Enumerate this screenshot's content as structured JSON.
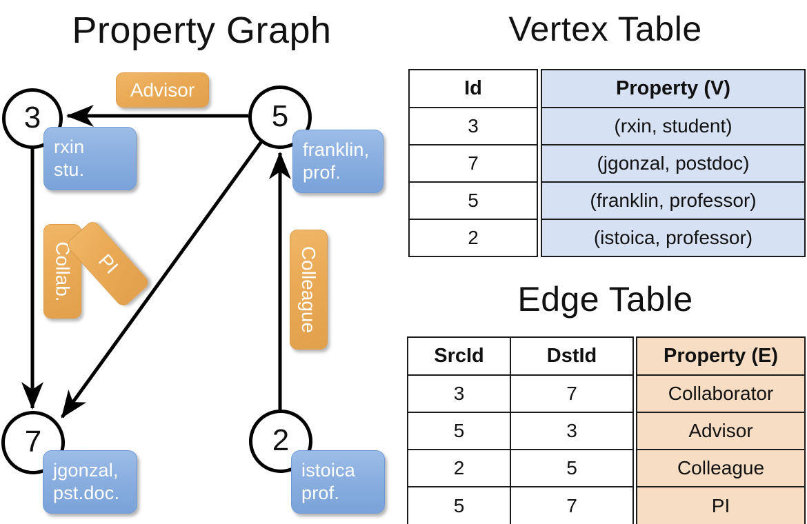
{
  "titles": {
    "property_graph": "Property Graph",
    "vertex_table": "Vertex Table",
    "edge_table": "Edge Table"
  },
  "colors": {
    "node_stroke": "#000000",
    "vertex_property_fill": "#d6e1f3",
    "edge_property_fill": "#f7ddc3",
    "callout_blue": "#8cb0e0",
    "label_orange": "#e9a955",
    "table_border": "#1a1a1a",
    "text": "#111111"
  },
  "graph": {
    "nodes": [
      {
        "id": "3",
        "property_line1": "rxin",
        "property_line2": "stu."
      },
      {
        "id": "5",
        "property_line1": "franklin,",
        "property_line2": "prof."
      },
      {
        "id": "7",
        "property_line1": "jgonzal,",
        "property_line2": "pst.doc."
      },
      {
        "id": "2",
        "property_line1": "istoica",
        "property_line2": "prof."
      }
    ],
    "edge_labels": [
      {
        "name": "advisor",
        "text": "Advisor"
      },
      {
        "name": "collab",
        "text": "Collab."
      },
      {
        "name": "pi",
        "text": "PI"
      },
      {
        "name": "colleague",
        "text": "Colleague"
      }
    ]
  },
  "vertex_table": {
    "columns": [
      "Id",
      "Property (V)"
    ],
    "rows": [
      {
        "id": "3",
        "property": "(rxin, student)"
      },
      {
        "id": "7",
        "property": "(jgonzal, postdoc)"
      },
      {
        "id": "5",
        "property": "(franklin, professor)"
      },
      {
        "id": "2",
        "property": "(istoica, professor)"
      }
    ]
  },
  "edge_table": {
    "columns": [
      "SrcId",
      "DstId",
      "Property (E)"
    ],
    "rows": [
      {
        "src": "3",
        "dst": "7",
        "property": "Collaborator"
      },
      {
        "src": "5",
        "dst": "3",
        "property": "Advisor"
      },
      {
        "src": "2",
        "dst": "5",
        "property": "Colleague"
      },
      {
        "src": "5",
        "dst": "7",
        "property": "PI"
      }
    ]
  }
}
